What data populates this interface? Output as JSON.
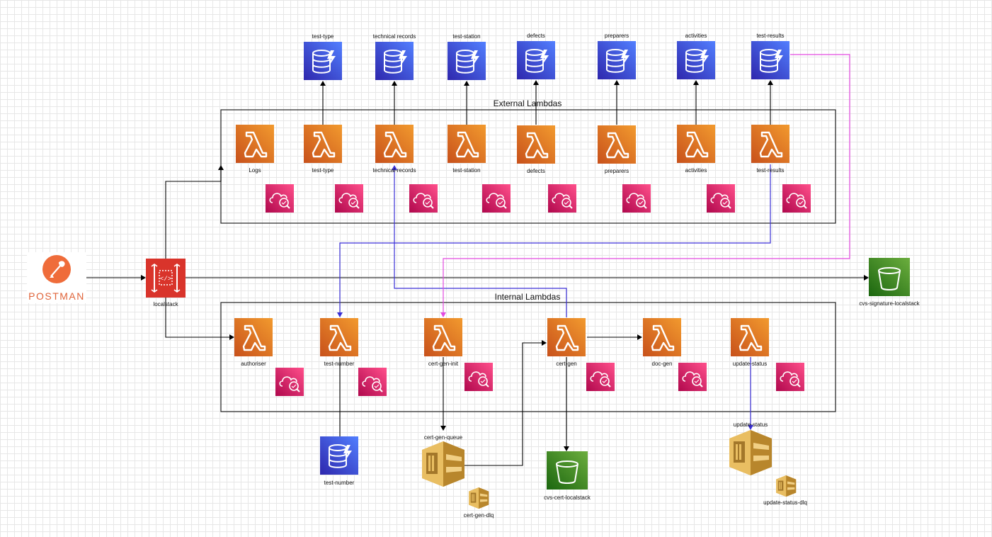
{
  "external_group": {
    "title": "External Lambdas"
  },
  "internal_group": {
    "title": "Internal Lambdas"
  },
  "postman": {
    "label": "POSTMAN"
  },
  "api_gateway": {
    "label": "localstack"
  },
  "tables": {
    "test_type": "test-type",
    "technical_records": "technical records",
    "test_station": "test-station",
    "defects": "defects",
    "preparers": "preparers",
    "activities": "activities",
    "test_results": "test-results",
    "test_number": "test-number"
  },
  "external_lambdas": {
    "logs": "Logs",
    "test_type": "test-type",
    "technical_records": "technical-records",
    "test_station": "test-station",
    "defects": "defects",
    "preparers": "preparers",
    "activities": "activities",
    "test_results": "test-results"
  },
  "internal_lambdas": {
    "authoriser": "authoriser",
    "test_number": "test-number",
    "cert_gen_init": "cert-gen-init",
    "cert_gen": "cert-gen",
    "doc_gen": "doc-gen",
    "update_status": "update-status"
  },
  "queues": {
    "cert_gen_queue": "cert-gen-queue",
    "cert_gen_dlq": "cert-gen-dlq",
    "update_status": "update-status",
    "update_status_dlq": "update-status-dlq"
  },
  "buckets": {
    "signature": "cvs-signature-localstack",
    "cert": "cvs-cert-localstack"
  },
  "colors": {
    "lambda": "#e07c1a",
    "dynamodb": "#3b48cc",
    "cloudwatch": "#cf2f5f",
    "s3": "#3f8624",
    "sqs": "#c9a24a",
    "api_gateway": "#d9342b",
    "postman": "#ef6c3a",
    "blue_line": "#3a2fd6",
    "magenta_line": "#e34be0"
  }
}
